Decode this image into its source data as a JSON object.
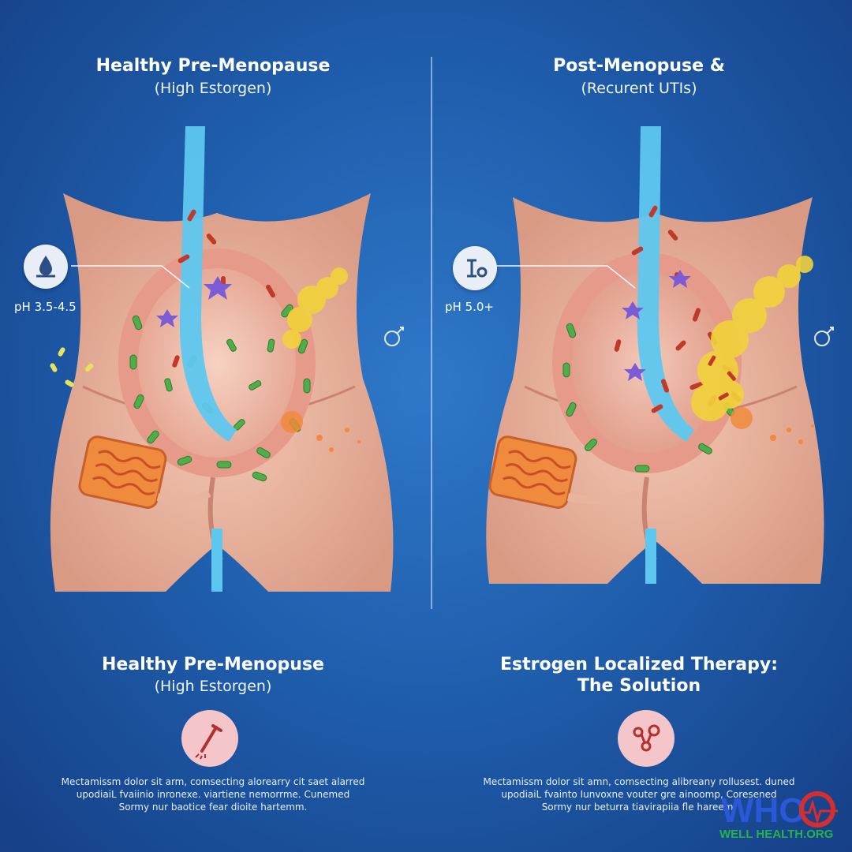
{
  "left": {
    "title": "Healthy Pre-Menopause",
    "subtitle": "(High Estorgen)",
    "ph_label": "pH 3.5-4.5",
    "bottom_title": "Healthy Pre-Menopuse",
    "bottom_subtitle": "(High Estorgen)",
    "paragraph": [
      "Mectamissm dolor sit arm, comsecting alorearry cit saet alarred",
      "upodiaiL fvaiinio inronexe. viartiene nemorrme. Cunemed",
      "Sormy nur baotice fear dioite hartemm."
    ]
  },
  "right": {
    "title": "Post-Menopuse &",
    "subtitle": "(Recurent UTIs)",
    "ph_label": "pH 5.0+",
    "bottom_title_line1": "Estrogen Localized Therapy:",
    "bottom_title_line2": "The Solution",
    "paragraph": [
      "Mectamissm dolor sit amn, comsecting alibreany rollusest. duned",
      "upodiaiL fvainto Iunvoxne vouter gre ainoomp, Coresened",
      "Sormy nur beturra tiavirapiia fle hareem."
    ]
  },
  "logo": {
    "mark": "WHO",
    "tagline": "WELL HEALTH.ORG"
  },
  "icons": {
    "left_ph": "water-drop-icon",
    "right_ph": "scale-icon",
    "side": "flask-icon",
    "left_circle": "applicator-icon",
    "right_circle": "molecule-icon"
  },
  "colors": {
    "background": "#1f5fae",
    "skin": "#e9b49e",
    "bacteria_good": "#4fae4a",
    "bacteria_bad": "#c0392b",
    "urine_stream": "#5ec7f0",
    "infection": "#f2d23a",
    "patch": "#f08a3c"
  }
}
